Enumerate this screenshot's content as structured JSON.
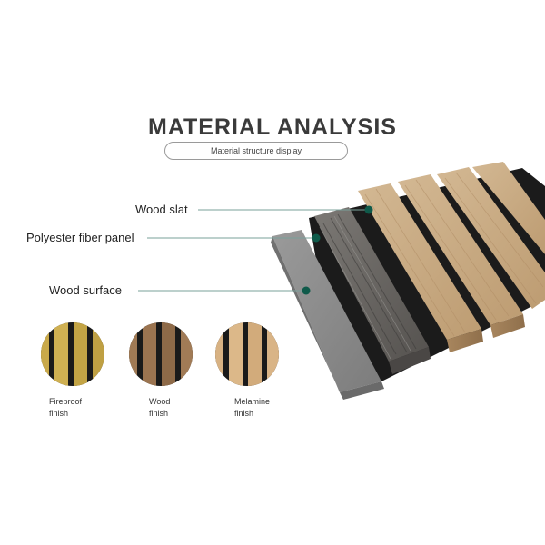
{
  "header": {
    "title": "MATERIAL ANALYSIS",
    "subtitle": "Material structure display"
  },
  "callouts": [
    {
      "label": "Wood slat"
    },
    {
      "label": "Polyester fiber panel"
    },
    {
      "label": "Wood surface"
    }
  ],
  "finishes": [
    {
      "line1": "Fireproof",
      "line2": "finish",
      "wood": "#c9a94a",
      "slat": "#1a1a1a"
    },
    {
      "line1": "Wood",
      "line2": "finish",
      "wood": "#9b7450",
      "slat": "#1a1a1a"
    },
    {
      "line1": "Melamine",
      "line2": "finish",
      "wood": "#d8b283",
      "slat": "#1a1a1a"
    }
  ],
  "colors": {
    "marker": "#0f5a4a",
    "felt": "#1b1b1b",
    "oak": "#c9ab85",
    "grey_wood": "#6e6c6a",
    "stone": "#8e8e8e"
  }
}
